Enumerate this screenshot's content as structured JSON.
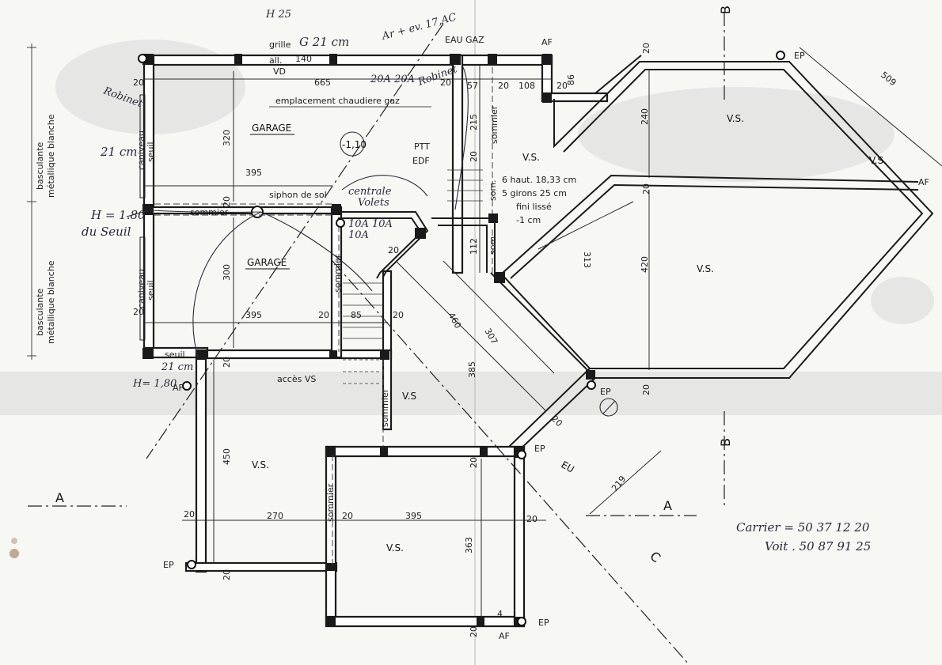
{
  "rooms": {
    "garage_top": "GARAGE",
    "garage_bottom": "GARAGE",
    "vs": "V.S.",
    "vs_alt": "V.S",
    "elevation": "-1,10"
  },
  "notes": {
    "chaudiere": "emplacement chaudiere gaz",
    "siphon": "siphon de sol",
    "stairs_line1": "6 haut. 18,33 cm",
    "stairs_line2": "5 girons 25 cm",
    "stairs_line3": "fini lissé",
    "stairs_line4": "-1 cm",
    "acces": "accès VS",
    "grille": "grille",
    "all": "all.",
    "vd": "VD",
    "eau_gaz": "EAU GAZ",
    "ptt": "PTT",
    "edf": "EDF",
    "porte1_l1": "basculante",
    "porte1_l2": "métallique blanche",
    "porte2_l1": "basculante",
    "porte2_l2": "métallique blanche",
    "caniveau": "caniveau",
    "seuil": "seuil"
  },
  "labels": {
    "sommier": "sommier",
    "som": "som.",
    "ep": "EP",
    "af": "AF",
    "eu": "EU",
    "section_a": "A",
    "section_b": "B",
    "section_c": "C"
  },
  "dimensions": {
    "d665": "665",
    "d57": "57",
    "d108": "108",
    "d86": "86",
    "d140": "140",
    "d320": "320",
    "d395": "395",
    "d300": "300",
    "d85": "85",
    "d460": "460",
    "d385": "385",
    "d307": "307",
    "d313": "313",
    "d420": "420",
    "d240": "240",
    "d509": "509",
    "d215": "215",
    "d112": "112",
    "d450": "450",
    "d270": "270",
    "d363": "363",
    "d219": "219",
    "d20": "20",
    "d4": "4"
  },
  "handwriting": {
    "grille_size": "G 21 cm",
    "top_note": "Ar + ev. 17,AC",
    "amps_20a": "20A 20A",
    "amps_10a": "10A",
    "amps_10a_b": "10A",
    "amps_hand": "10A",
    "h180": "H = 1.80",
    "du_seuil": "du Seuil",
    "cm21_a": "21 cm",
    "cm21_b": "21 cm",
    "h180_b": "H= 1,80",
    "robinet": "Robinet",
    "centrale": "centrale",
    "volets": "Volets",
    "scale": "H 25",
    "carrier": "Carrier = 50 37 12 20",
    "voit": "Voit . 50 87 91 25"
  }
}
